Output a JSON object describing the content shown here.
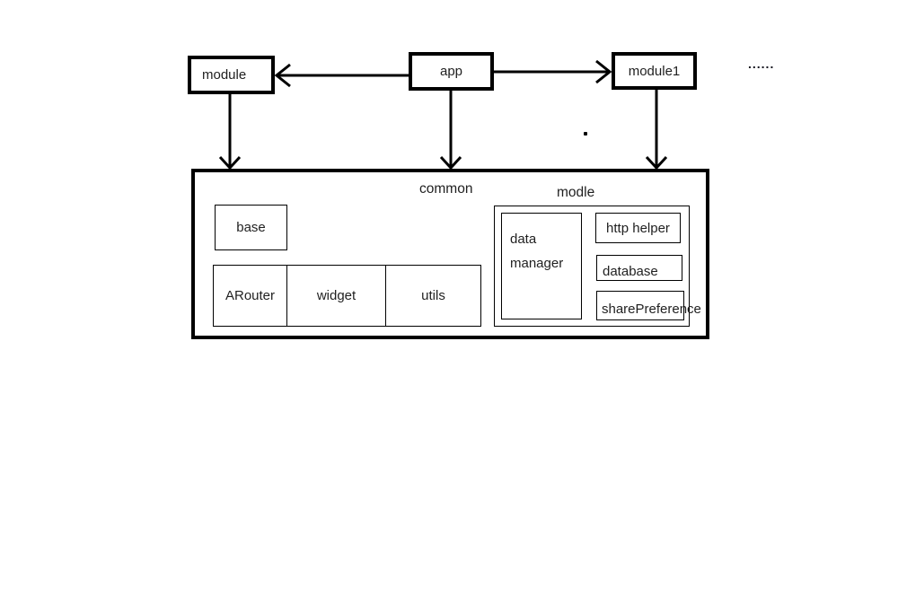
{
  "colors": {
    "stroke": "#000000",
    "text": "#1f1f1f",
    "background": "#ffffff"
  },
  "nodes": {
    "module": "module",
    "app": "app",
    "module1": "module1",
    "more_modules_ellipsis": "......"
  },
  "common_section": {
    "label": "common",
    "base": "base",
    "arouter": "ARouter",
    "widget": "widget",
    "utils": "utils"
  },
  "modle_section": {
    "label": "modle",
    "data_manager": "data manager",
    "http_helper": "http helper",
    "database": "database",
    "share_preference": "sharePreference"
  }
}
